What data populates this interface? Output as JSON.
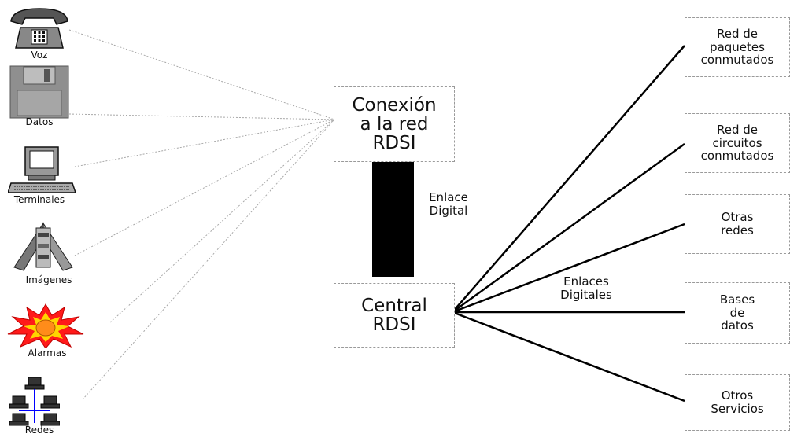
{
  "devices": [
    {
      "label": "Voz",
      "icon": "telephone-icon"
    },
    {
      "label": "Datos",
      "icon": "floppy-disk-icon"
    },
    {
      "label": "Terminales",
      "icon": "computer-terminal-icon"
    },
    {
      "label": "Imágenes",
      "icon": "satellite-dish-icon"
    },
    {
      "label": "Alarmas",
      "icon": "alarm-siren-icon"
    },
    {
      "label": "Redes",
      "icon": "network-icon"
    }
  ],
  "connection_box": {
    "lines": [
      "Conexión",
      "a la red",
      "RDSI"
    ]
  },
  "digital_link": {
    "lines": [
      "Enlace",
      "Digital"
    ]
  },
  "central_box": {
    "lines": [
      "Central",
      "RDSI"
    ]
  },
  "digital_links": {
    "lines": [
      "Enlaces",
      "Digitales"
    ]
  },
  "services": [
    {
      "lines": [
        "Red de",
        "paquetes",
        "conmutados"
      ]
    },
    {
      "lines": [
        "Red de",
        "circuitos",
        "conmutados"
      ]
    },
    {
      "lines": [
        "Otras",
        "redes"
      ]
    },
    {
      "lines": [
        "Bases",
        "de",
        "datos"
      ]
    },
    {
      "lines": [
        "Otros",
        "Servicios"
      ]
    }
  ],
  "colors": {
    "dotted_line": "#a8a8a8",
    "solid_line": "#000000",
    "box_border": "#9a9a9a",
    "link_bar": "#000000"
  }
}
